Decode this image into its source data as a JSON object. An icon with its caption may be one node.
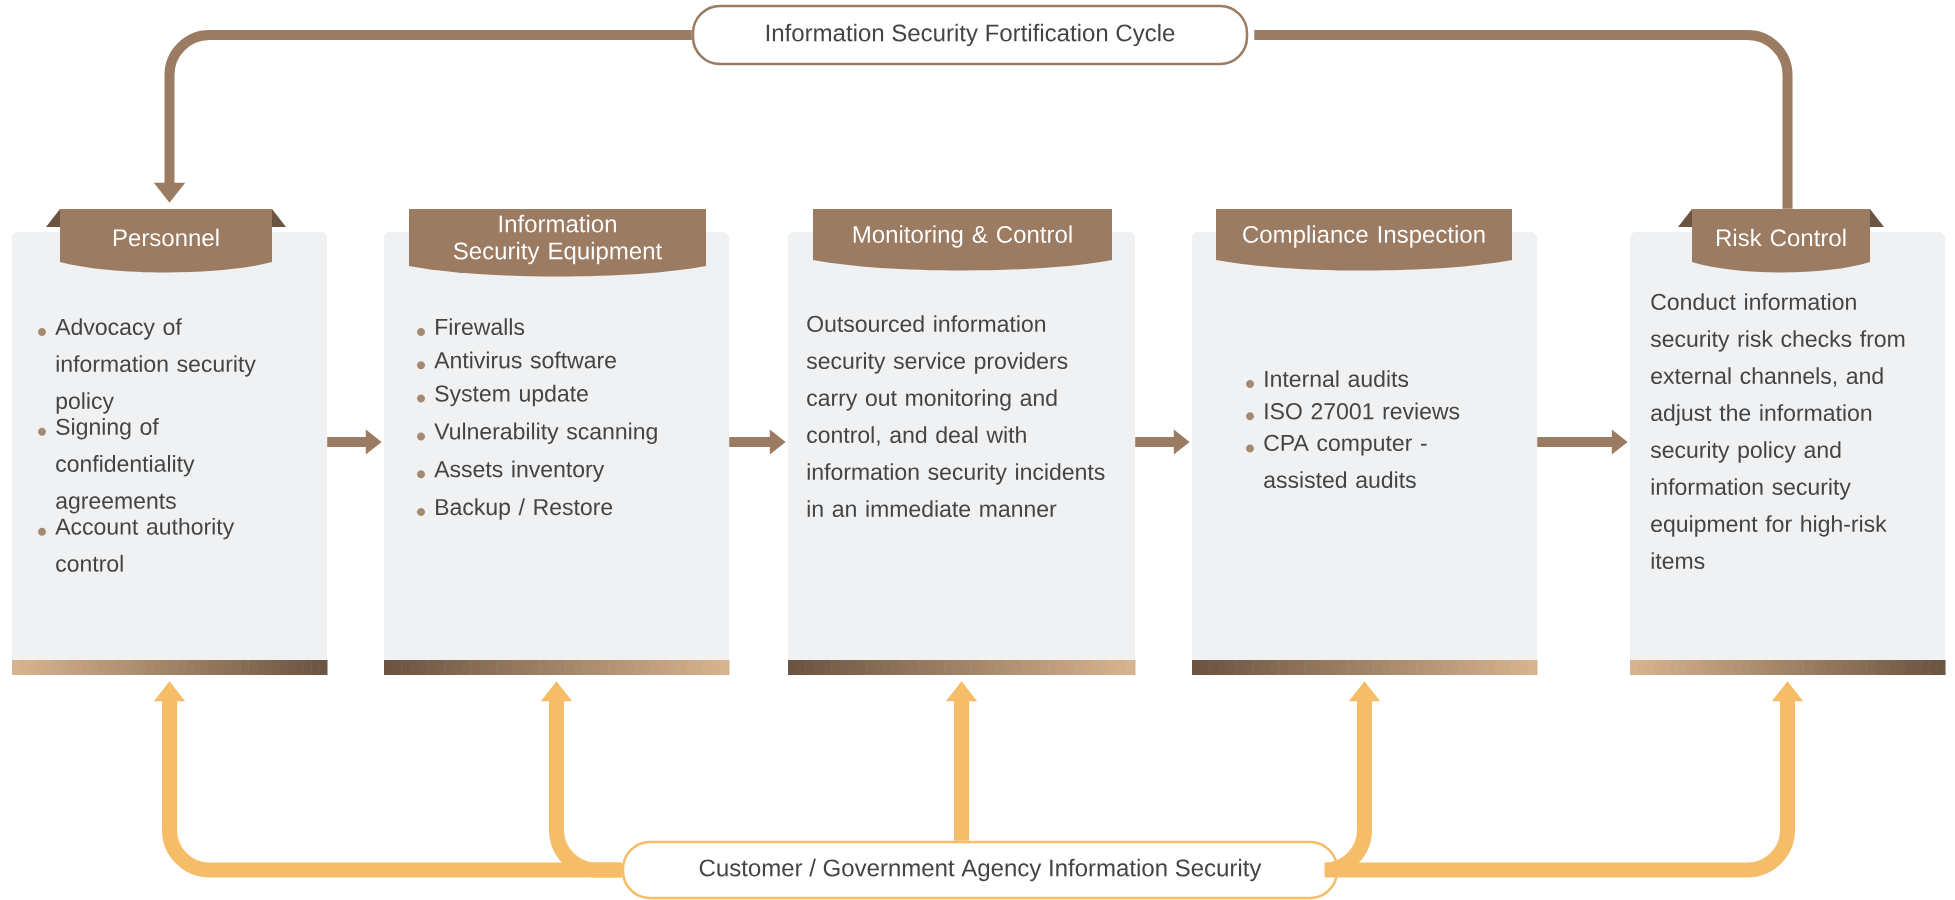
{
  "diagram": {
    "nodes": [
      {
        "text": [
          "Information Security Fortification Cycle"
        ]
      },
      {
        "text": [
          "Personnel",
          "Advocacy of information security policy",
          "Signing of confidentiality agreements",
          "Account authority control"
        ]
      },
      {
        "text": [
          "Information Security Equipment",
          "Firewalls",
          "Antivirus software",
          "System update",
          "Vulnerability scanning",
          "Assets inventory",
          "Backup / Restore"
        ]
      },
      {
        "text": [
          "Monitoring & Control",
          "Outsourced information security service providers carry out monitoring and control, and deal with information security incidents in an immediate manner"
        ]
      },
      {
        "text": [
          "Compliance Inspection",
          "Internal audits",
          "ISO 27001 reviews",
          "CPA computer - assisted audits"
        ]
      },
      {
        "text": [
          "Risk Control",
          "Conduct information security risk checks from external channels, and adjust the information security policy and information security equipment for high-risk items"
        ]
      },
      {
        "text": [
          "Customer / Government Agency Information Security"
        ]
      }
    ],
    "edges": [
      {
        "from": 5,
        "to": 0,
        "arrow": "none"
      },
      {
        "from": 0,
        "to": 1,
        "arrow": "to"
      },
      {
        "from": 1,
        "to": 2,
        "arrow": "to"
      },
      {
        "from": 2,
        "to": 3,
        "arrow": "to"
      },
      {
        "from": 3,
        "to": 4,
        "arrow": "to"
      },
      {
        "from": 4,
        "to": 5,
        "arrow": "to"
      },
      {
        "from": 6,
        "to": 1,
        "arrow": "to",
        "color": "#f5bd68"
      },
      {
        "from": 6,
        "to": 2,
        "arrow": "to",
        "color": "#f5bd68"
      },
      {
        "from": 6,
        "to": 3,
        "arrow": "to",
        "color": "#f5bd68"
      },
      {
        "from": 6,
        "to": 4,
        "arrow": "to",
        "color": "#f5bd68"
      },
      {
        "from": 6,
        "to": 5,
        "arrow": "to",
        "color": "#f5bd68"
      }
    ]
  }
}
